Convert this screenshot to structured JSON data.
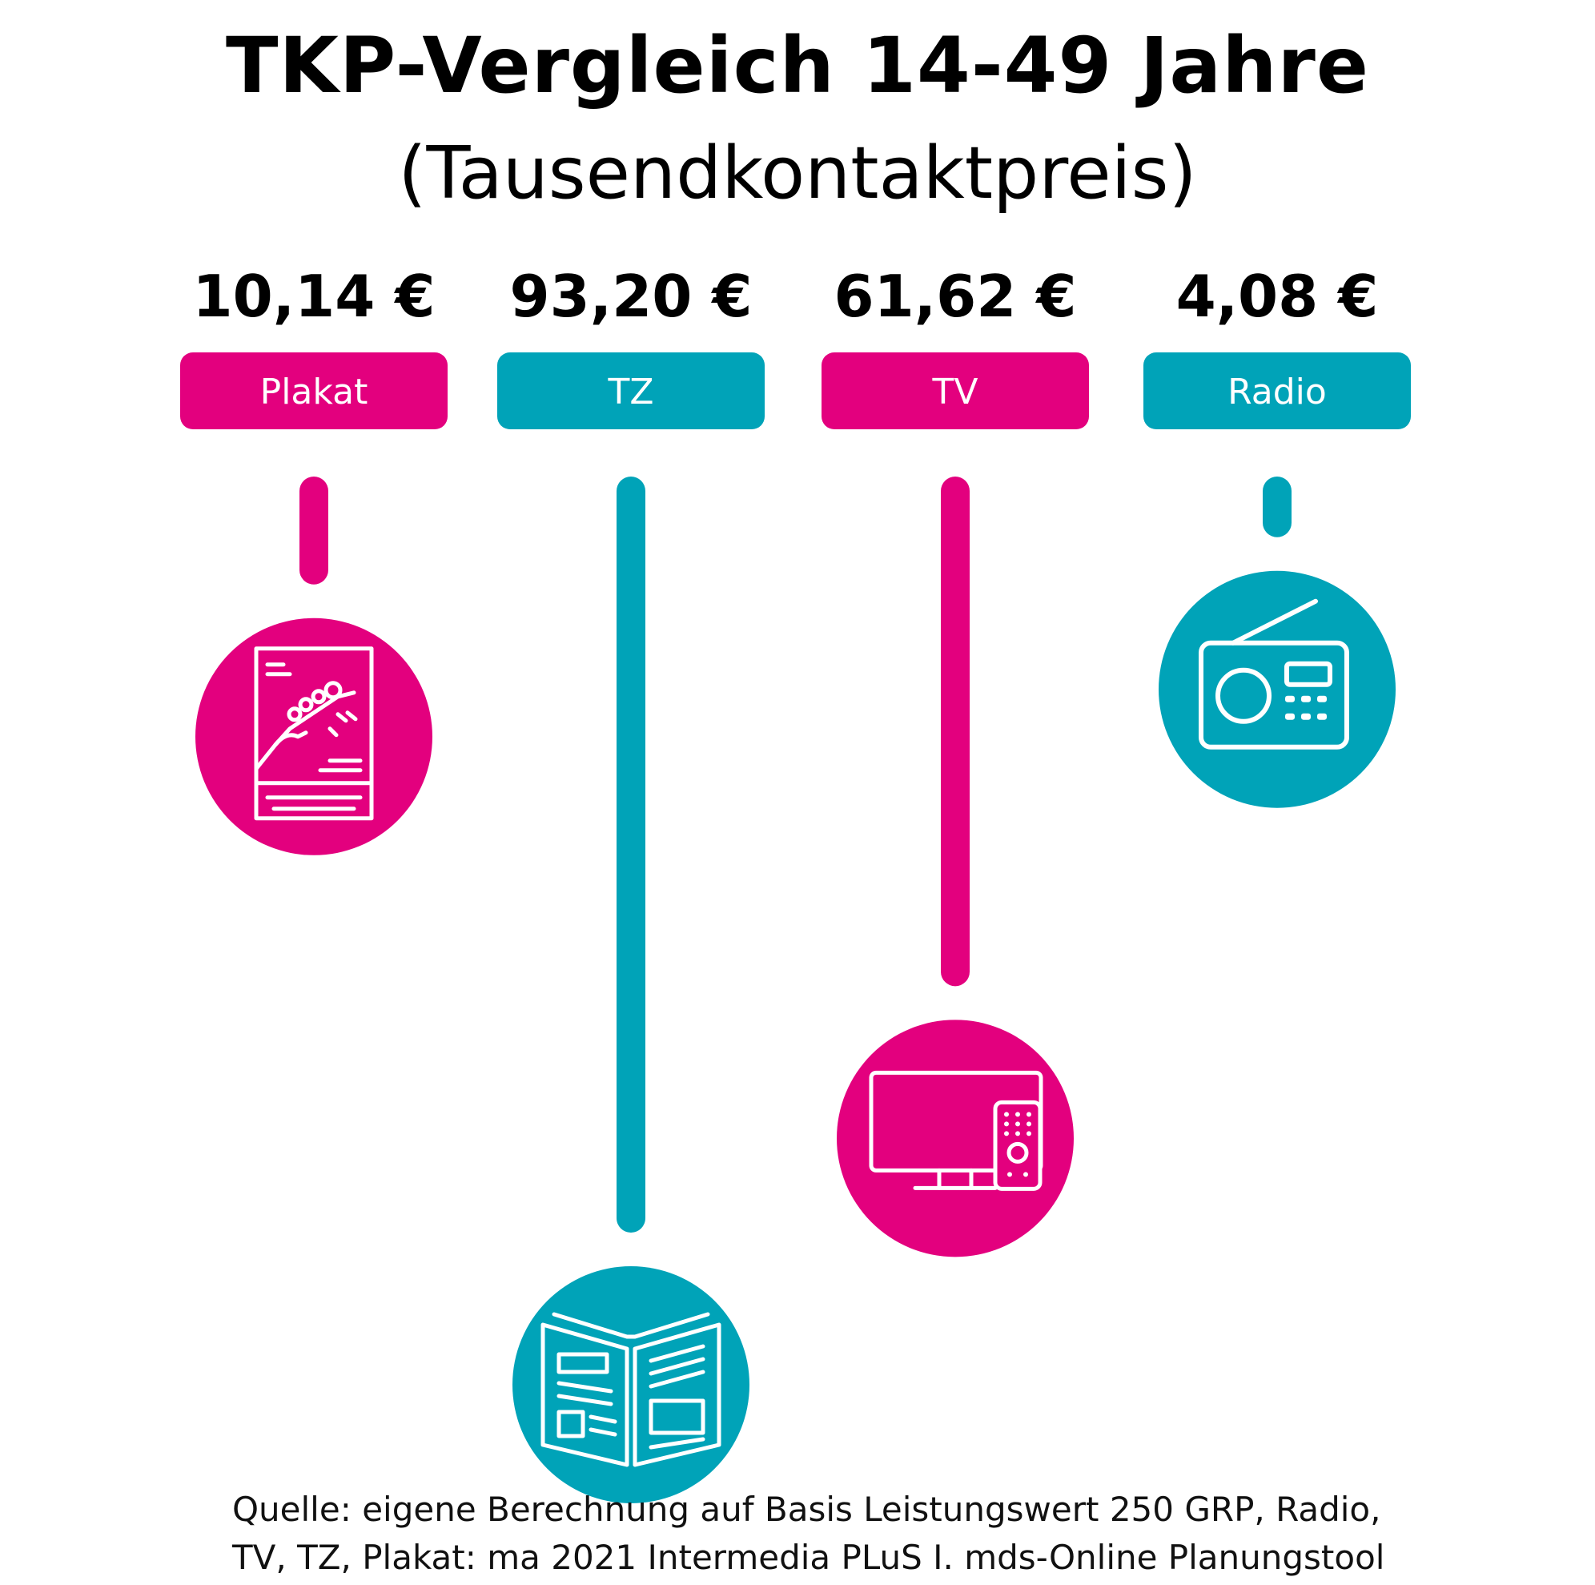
{
  "title": "TKP-Vergleich 14-49 Jahre",
  "subtitle": "(Tausendkontaktpreis)",
  "colors": {
    "magenta": "#E3007E",
    "teal": "#00A3B8",
    "white": "#FFFFFF"
  },
  "chart_data": {
    "type": "bar",
    "orientation": "vertical-down",
    "categories": [
      "Plakat",
      "TZ",
      "TV",
      "Radio"
    ],
    "values": [
      10.14,
      93.2,
      61.62,
      4.08
    ],
    "value_labels": [
      "10,14 €",
      "93,20 €",
      "61,62 €",
      "4,08 €"
    ],
    "bar_colors": [
      "#E3007E",
      "#00A3B8",
      "#E3007E",
      "#00A3B8"
    ],
    "icons": [
      "poster-icon",
      "newspaper-icon",
      "tv-icon",
      "radio-icon"
    ],
    "unit": "€"
  },
  "source": {
    "line1": "Quelle: eigene Berechnung auf Basis Leistungswert 250 GRP, Radio,",
    "line2": "TV, TZ, Plakat: ma 2021 Intermedia PLuS I. mds-Online Planungstool"
  }
}
